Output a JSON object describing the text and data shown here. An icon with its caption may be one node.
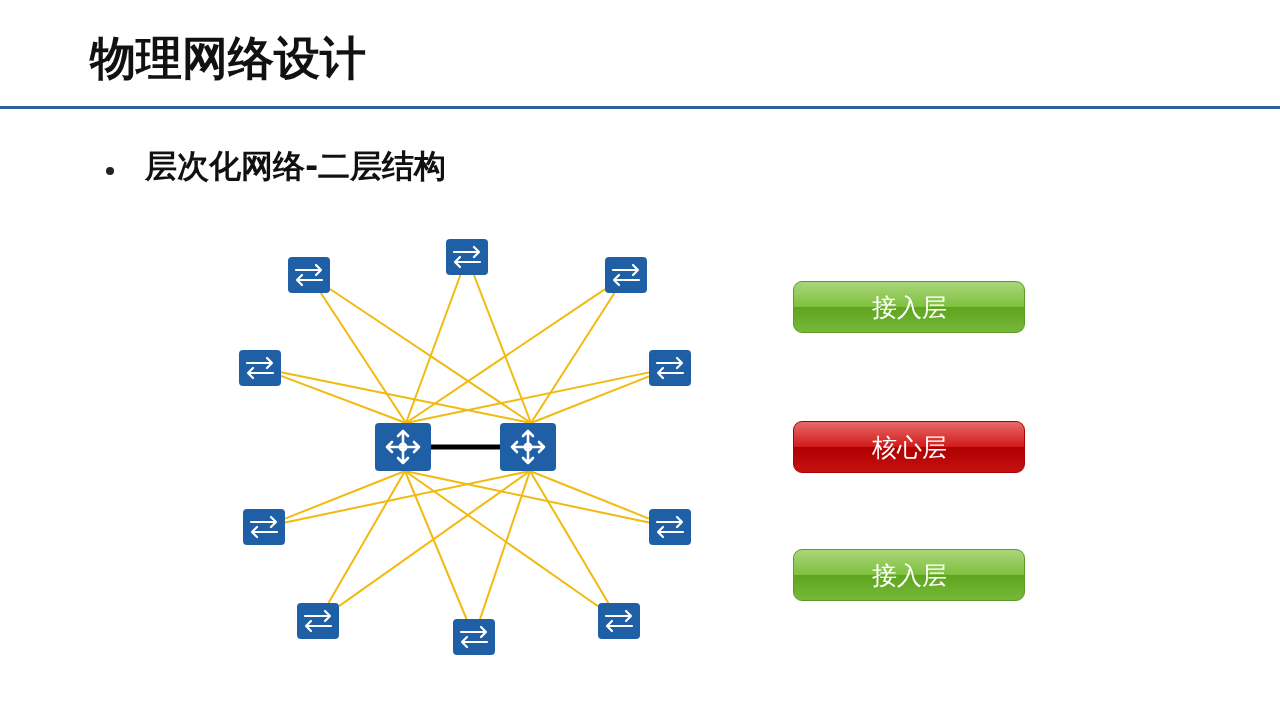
{
  "diagram": {
    "title": "物理网络设计",
    "nodes": [
      {
        "text": [],
        "shape": "switch"
      },
      {
        "text": [],
        "shape": "switch"
      },
      {
        "text": [],
        "shape": "switch"
      },
      {
        "text": [],
        "shape": "switch"
      },
      {
        "text": [],
        "shape": "switch"
      },
      {
        "text": [],
        "shape": "router"
      },
      {
        "text": [],
        "shape": "router"
      },
      {
        "text": [],
        "shape": "switch"
      },
      {
        "text": [],
        "shape": "switch"
      },
      {
        "text": [],
        "shape": "switch"
      },
      {
        "text": [],
        "shape": "switch"
      },
      {
        "text": [],
        "shape": "switch"
      },
      {
        "text": [
          "接入层"
        ]
      },
      {
        "text": [
          "核心层"
        ]
      },
      {
        "text": [
          "接入层"
        ]
      }
    ],
    "edges": [
      {
        "from": 0,
        "to": 5,
        "arrow": "none"
      },
      {
        "from": 0,
        "to": 6,
        "arrow": "none"
      },
      {
        "from": 1,
        "to": 5,
        "arrow": "none"
      },
      {
        "from": 1,
        "to": 6,
        "arrow": "none"
      },
      {
        "from": 2,
        "to": 5,
        "arrow": "none"
      },
      {
        "from": 2,
        "to": 6,
        "arrow": "none"
      },
      {
        "from": 3,
        "to": 5,
        "arrow": "none"
      },
      {
        "from": 3,
        "to": 6,
        "arrow": "none"
      },
      {
        "from": 4,
        "to": 5,
        "arrow": "none"
      },
      {
        "from": 4,
        "to": 6,
        "arrow": "none"
      },
      {
        "from": 5,
        "to": 6,
        "arrow": "none",
        "style": "thick",
        "color": "#000000"
      },
      {
        "from": 7,
        "to": 5,
        "arrow": "none"
      },
      {
        "from": 7,
        "to": 6,
        "arrow": "none"
      },
      {
        "from": 8,
        "to": 5,
        "arrow": "none"
      },
      {
        "from": 8,
        "to": 6,
        "arrow": "none"
      },
      {
        "from": 9,
        "to": 5,
        "arrow": "none"
      },
      {
        "from": 9,
        "to": 6,
        "arrow": "none"
      },
      {
        "from": 10,
        "to": 5,
        "arrow": "none"
      },
      {
        "from": 10,
        "to": 6,
        "arrow": "none"
      },
      {
        "from": 11,
        "to": 5,
        "arrow": "none"
      },
      {
        "from": 11,
        "to": 6,
        "arrow": "none"
      }
    ],
    "labels": [
      "层次化网络-二层结构"
    ]
  }
}
